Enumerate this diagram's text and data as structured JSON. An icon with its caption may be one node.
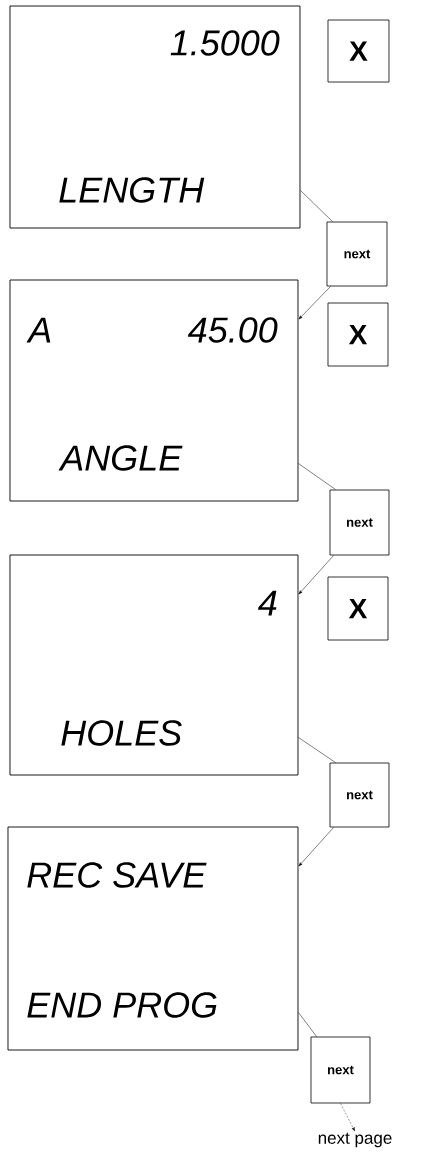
{
  "diagram": {
    "nodes": [
      {
        "text": [
          "1.5000",
          "LENGTH"
        ]
      },
      {
        "text": [
          "X"
        ]
      },
      {
        "text": [
          "next"
        ]
      },
      {
        "text": [
          "A",
          "45.00",
          "ANGLE"
        ]
      },
      {
        "text": [
          "X"
        ]
      },
      {
        "text": [
          "next"
        ]
      },
      {
        "text": [
          "4",
          "HOLES"
        ]
      },
      {
        "text": [
          "X"
        ]
      },
      {
        "text": [
          "next"
        ]
      },
      {
        "text": [
          "REC SAVE",
          "END PROG"
        ]
      },
      {
        "text": [
          "next"
        ]
      },
      {
        "text": [
          "next page"
        ]
      }
    ],
    "edges": [
      {
        "from": 0,
        "to": 2,
        "arrow": "none"
      },
      {
        "from": 2,
        "to": 3,
        "arrow": "to"
      },
      {
        "from": 3,
        "to": 5,
        "arrow": "none"
      },
      {
        "from": 5,
        "to": 6,
        "arrow": "to"
      },
      {
        "from": 6,
        "to": 8,
        "arrow": "none"
      },
      {
        "from": 8,
        "to": 9,
        "arrow": "to"
      },
      {
        "from": 9,
        "to": 10,
        "arrow": "none"
      },
      {
        "from": 10,
        "to": 11,
        "arrow": "to",
        "style": "dashed"
      }
    ]
  }
}
